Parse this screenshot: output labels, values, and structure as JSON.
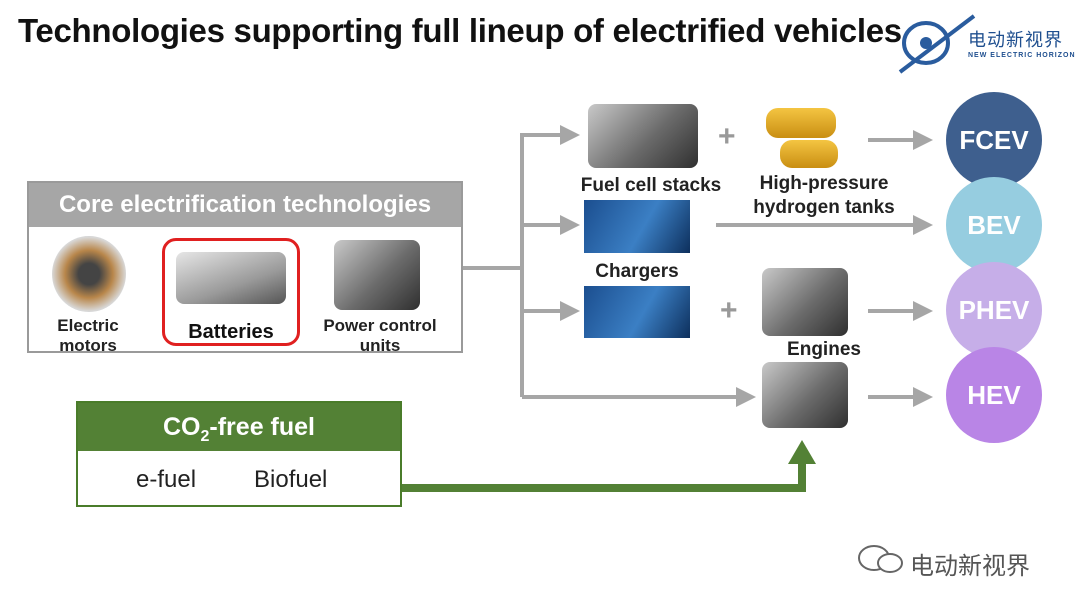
{
  "title": "Technologies supporting full lineup of electrified vehicles",
  "logo": {
    "cn": "电动新视界",
    "en": "NEW ELECTRIC HORIZON"
  },
  "core": {
    "heading": "Core electrification technologies",
    "items": [
      {
        "label_line1": "Electric",
        "label_line2": "motors"
      },
      {
        "label_line1": "Batteries"
      },
      {
        "label_line1": "Power control",
        "label_line2": "units"
      }
    ]
  },
  "components": {
    "fuel_cell": "Fuel cell stacks",
    "tanks_line1": "High-pressure",
    "tanks_line2": "hydrogen tanks",
    "chargers": "Chargers",
    "engines": "Engines",
    "plus": "+"
  },
  "vehicles": [
    {
      "label": "FCEV",
      "color": "#3e5f8e"
    },
    {
      "label": "BEV",
      "color": "#96cde0"
    },
    {
      "label": "PHEV",
      "color": "#c6aee8"
    },
    {
      "label": "HEV",
      "color": "#b985e6"
    }
  ],
  "co2": {
    "heading_pre": "CO",
    "heading_sub": "2",
    "heading_post": "-free fuel",
    "fuels": [
      "e-fuel",
      "Biofuel"
    ]
  },
  "watermark": "电动新视界",
  "colors": {
    "arrow": "#a6a6a6",
    "green": "#538135",
    "highlight": "#e02020"
  }
}
